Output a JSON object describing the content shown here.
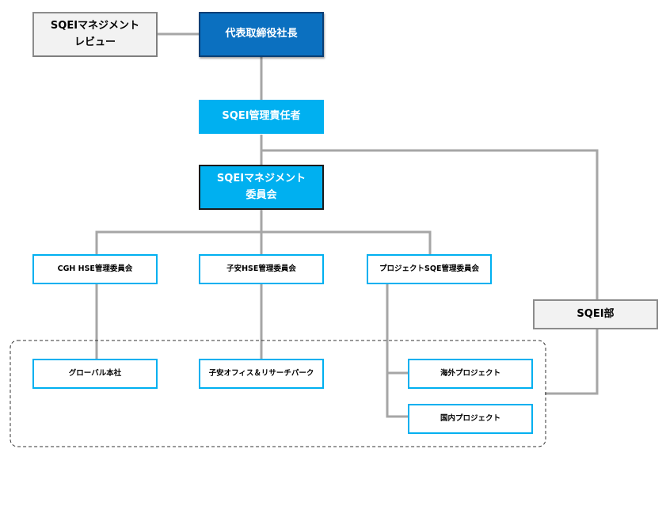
{
  "colors": {
    "dark_blue": "#0b70c0",
    "cyan": "#00b0f0",
    "gray_box": "#f2f2f2",
    "connector": "#a6a6a6",
    "box_border": "#00b0f0"
  },
  "org_chart": {
    "ceo": "代表取締役社長",
    "review": "SQEIマネジメント\nレビュー",
    "manager": "SQEI管理責任者",
    "committee": "SQEIマネジメント\n委員会",
    "dept": "SQEI部",
    "sub_committees": [
      "CGH HSE管理委員会",
      "子安HSE管理委員会",
      "プロジェクトSQE管理委員会"
    ],
    "sites": [
      "グローバル本社",
      "子安オフィス＆リサーチパーク",
      "海外プロジェクト",
      "国内プロジェクト"
    ]
  }
}
